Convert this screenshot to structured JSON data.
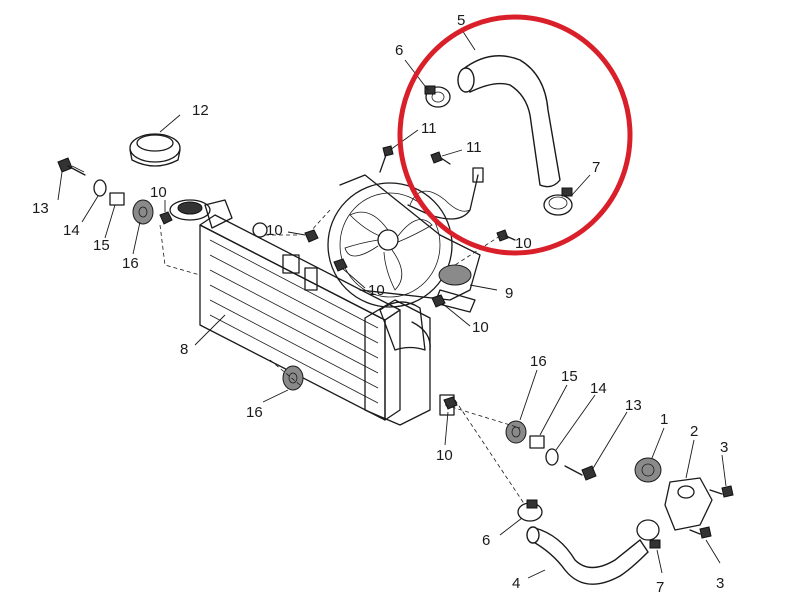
{
  "highlight_color": "#d9202a",
  "callouts": {
    "c1": "1",
    "c2": "2",
    "c3a": "3",
    "c3b": "3",
    "c4": "4",
    "c5": "5",
    "c6a": "6",
    "c6b": "6",
    "c7a": "7",
    "c7b": "7",
    "c8": "8",
    "c9": "9",
    "c10a": "10",
    "c10b": "10",
    "c10c": "10",
    "c10d": "10",
    "c10e": "10",
    "c10f": "10",
    "c11a": "11",
    "c11b": "11",
    "c12": "12",
    "c13a": "13",
    "c13b": "13",
    "c14a": "14",
    "c14b": "14",
    "c15a": "15",
    "c15b": "15",
    "c16a": "16",
    "c16b": "16",
    "c16c": "16"
  }
}
